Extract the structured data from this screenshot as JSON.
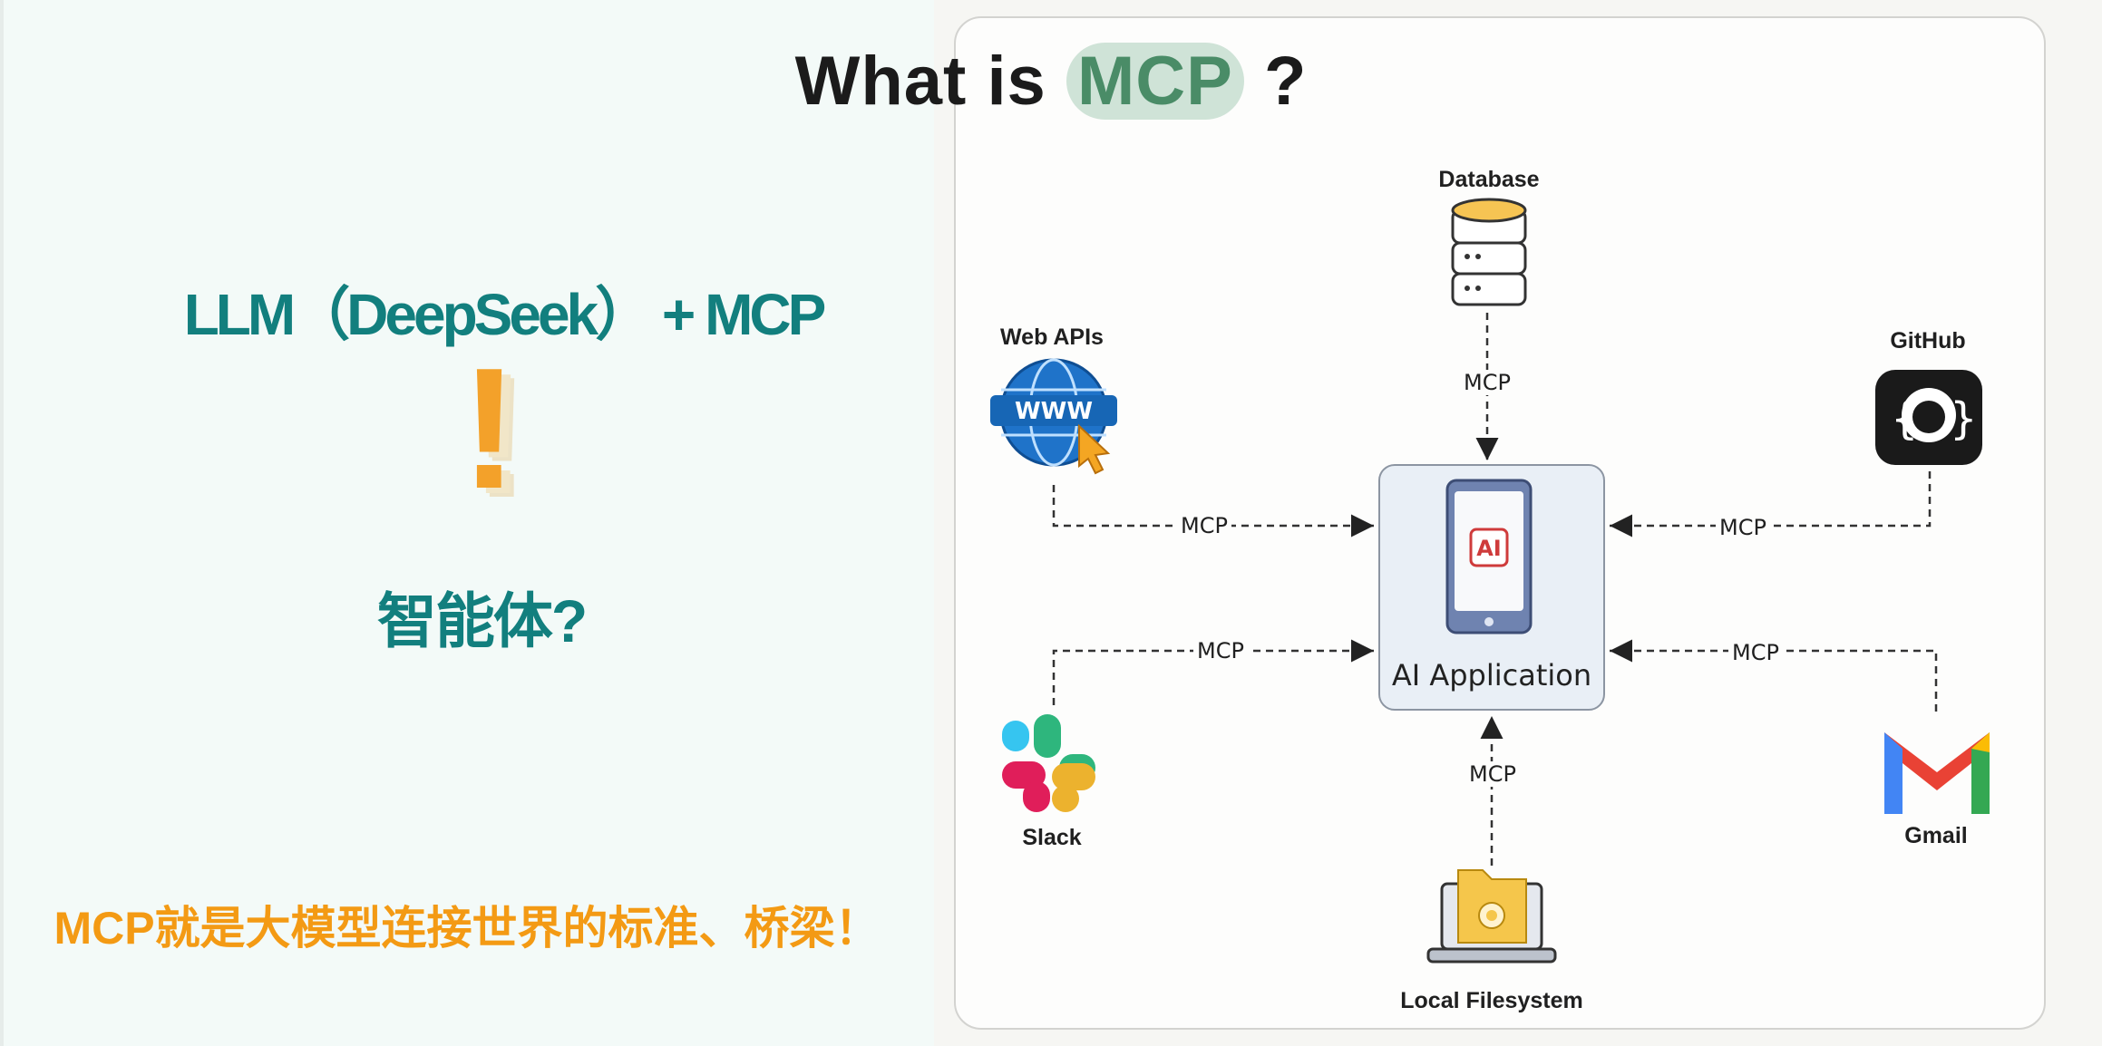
{
  "left": {
    "headline": "LLM（DeepSeek） + MCP",
    "exclaim": "!",
    "question": "智能体?",
    "slogan": "MCP就是大模型连接世界的标准、桥梁！"
  },
  "diagram": {
    "title_prefix": "What is ",
    "title_highlight": "MCP",
    "title_suffix": " ?",
    "center": {
      "label": "AI Application",
      "badge": "AI"
    },
    "nodes": {
      "database": "Database",
      "web_apis": "Web APIs",
      "github": "GitHub",
      "slack": "Slack",
      "gmail": "Gmail",
      "local_fs": "Local Filesystem"
    },
    "edge_label": "MCP",
    "www_text": "WWW"
  }
}
